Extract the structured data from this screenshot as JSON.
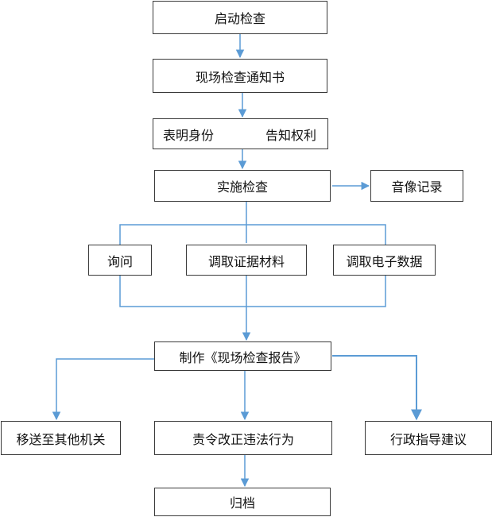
{
  "colors": {
    "connector": "#5b9bd5",
    "box_border": "#3a3a3a"
  },
  "nodes": {
    "start_inspection": "启动检查",
    "inspection_notice": "现场检查通知书",
    "show_identity": "表明身份",
    "inform_rights": "告知权利",
    "conduct_inspection": "实施检查",
    "audio_video_record": "音像记录",
    "inquiry": "询问",
    "collect_evidence": "调取证据材料",
    "collect_electronic_data": "调取电子数据",
    "make_report": "制作《现场检查报告》",
    "transfer_to_other_agency": "移送至其他机关",
    "order_correction": "责令改正违法行为",
    "administrative_guidance": "行政指导建议",
    "archive": "归档"
  }
}
